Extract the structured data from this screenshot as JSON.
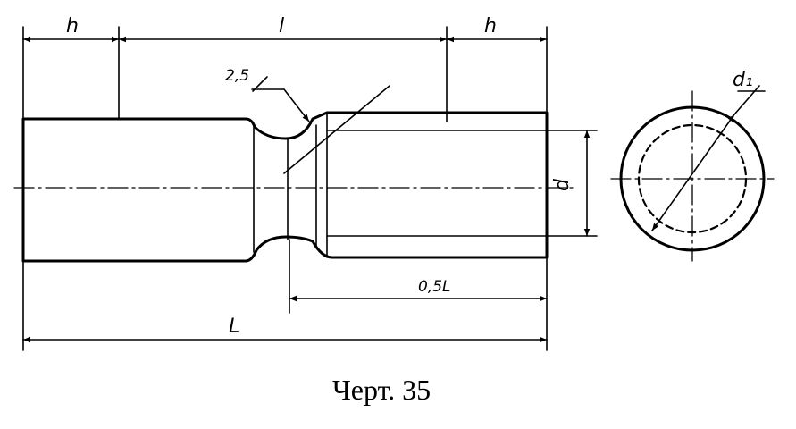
{
  "figure": {
    "caption": "Черт. 35",
    "labels": {
      "h_left": "h",
      "l_span": "l",
      "h_right": "h",
      "radius": "2,5",
      "diameter": "d",
      "section_diameter": "d₁",
      "half_length": "0,5L",
      "total_length": "L"
    }
  }
}
